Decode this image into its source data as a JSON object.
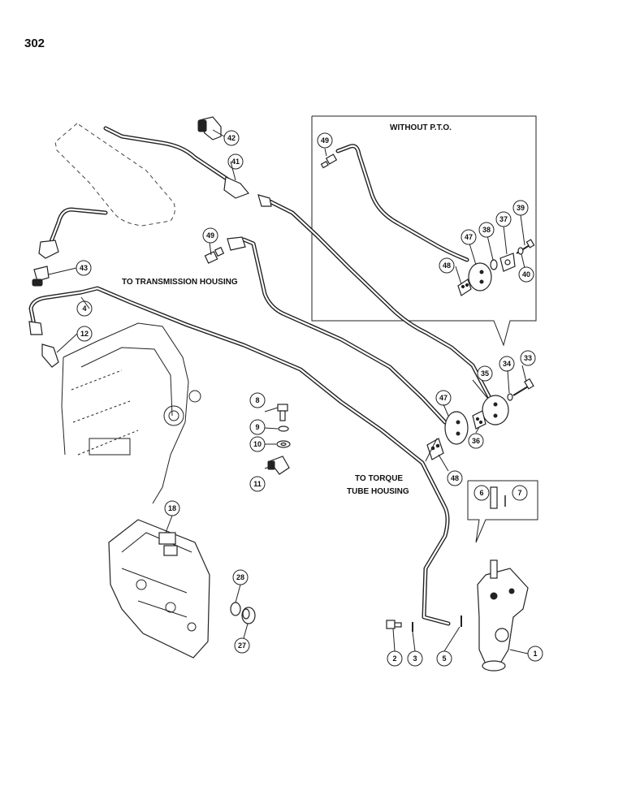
{
  "page": {
    "number": "302"
  },
  "labels": {
    "without_pto": "WITHOUT P.T.O.",
    "to_transmission": "TO TRANSMISSION HOUSING",
    "to_torque_1": "TO TORQUE",
    "to_torque_2": "TUBE HOUSING"
  },
  "callouts": {
    "c1": "1",
    "c2": "2",
    "c3": "3",
    "c4": "4",
    "c5": "5",
    "c6": "6",
    "c7": "7",
    "c8": "8",
    "c9": "9",
    "c10": "10",
    "c11": "11",
    "c12": "12",
    "c18": "18",
    "c27": "27",
    "c28": "28",
    "c33": "33",
    "c34": "34",
    "c35": "35",
    "c36": "36",
    "c37": "37",
    "c38": "38",
    "c39": "39",
    "c40": "40",
    "c41": "41",
    "c42": "42",
    "c43": "43",
    "c47a": "47",
    "c47b": "47",
    "c48a": "48",
    "c48b": "48",
    "c49a": "49",
    "c49b": "49"
  }
}
